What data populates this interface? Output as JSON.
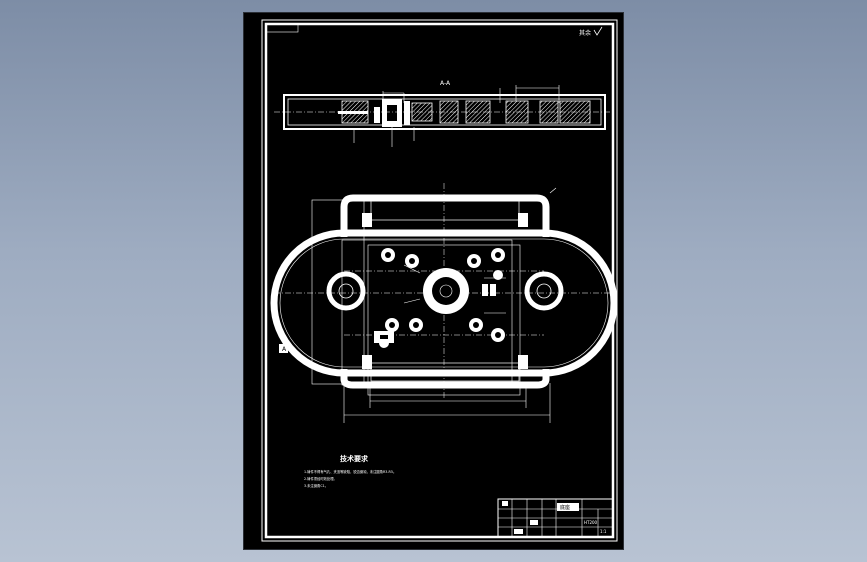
{
  "drawing": {
    "top_left_note": "",
    "top_right_note": "其余",
    "section_label": "A-A",
    "left_side_mark": "A",
    "dim_bottom_1": "",
    "dim_bottom_2": ""
  },
  "tech_requirements": {
    "title": "技术要求",
    "lines": [
      "1.铸件不得有气孔、夹渣等缺陷，锐边倒钝，未注圆角R3-R5。",
      "2.铸件须经时效处理。",
      "3.未注倒角C1。"
    ]
  },
  "title_block": {
    "part_name": "底座",
    "material": "HT200",
    "scale": "1:1"
  },
  "colors": {
    "background": "#8b9ab0",
    "sheet": "#000000",
    "lines": "#ffffff"
  }
}
